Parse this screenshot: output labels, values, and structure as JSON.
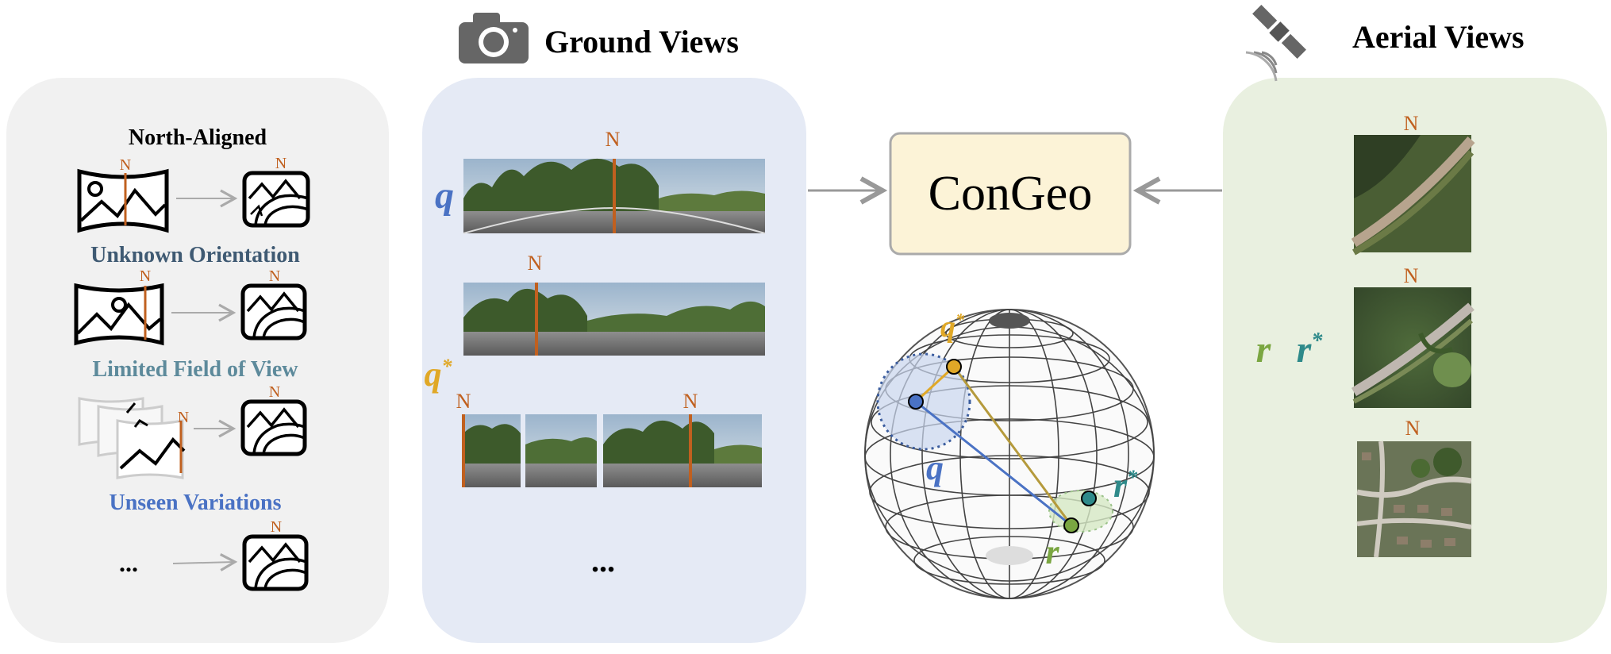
{
  "headers": {
    "ground": "Ground Views",
    "aerial": "Aerial Views"
  },
  "left_panel": {
    "north_aligned": "North-Aligned",
    "unknown_orientation": "Unknown Orientation",
    "limited_fov": "Limited Field of View",
    "unseen_variations": "Unseen Variations",
    "ellipsis": "...",
    "north_marker": "N"
  },
  "ground_panel": {
    "query_label": "q",
    "query_star_label": "q",
    "star": "*",
    "north_marker": "N",
    "ellipsis": "..."
  },
  "center": {
    "model_name": "ConGeo",
    "sphere_labels": {
      "q_star": "q",
      "q": "q",
      "r": "r",
      "r_star": "r",
      "star": "*"
    }
  },
  "aerial_panel": {
    "r_label": "r",
    "r_star_label": "r",
    "star": "*",
    "north_marker": "N"
  },
  "colors": {
    "q": "#4a72c4",
    "q_star": "#e0a827",
    "r": "#7aa641",
    "r_star": "#2e8a8a",
    "north": "#c0601f",
    "unknown": "#3f5a73",
    "limited": "#5d8a9b",
    "unseen": "#4a72c4"
  }
}
